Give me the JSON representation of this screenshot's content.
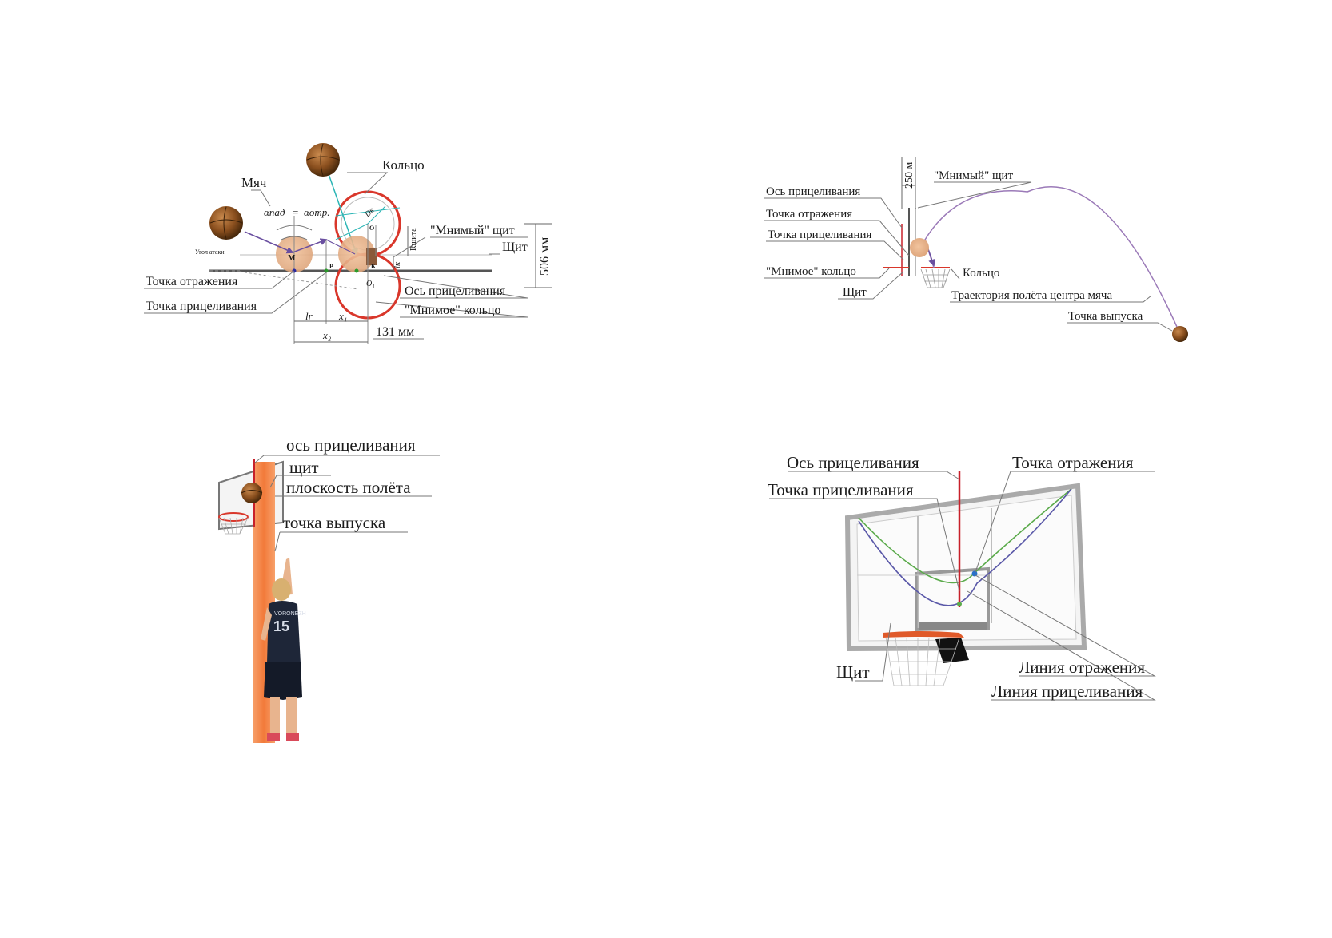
{
  "diagram1": {
    "ball": "Мяч",
    "ring": "Кольцо",
    "virtual_board": "\"Мнимый\" щит",
    "board": "Щит",
    "reflection_point": "Точка отражения",
    "aiming_point": "Точка прицеливания",
    "aiming_axis": "Ось прицеливания",
    "virtual_ring": "\"Мнимое\" кольцо",
    "dim_131": "131 мм",
    "dim_506": "506 мм",
    "angle_label": "Угол атаки",
    "alpha_pad": "αпад",
    "eq_sign": "=",
    "alpha_otr": "αотр.",
    "sym_M": "M",
    "sym_P": "P",
    "sym_K": "K",
    "sym_O": "O",
    "sym_O1": "O₁",
    "sym_R": "Rшита",
    "sym_lk": "lк",
    "sym_lr": "lr",
    "sym_x1": "x₁",
    "sym_x2": "x₂",
    "sym_dk": "Dк"
  },
  "diagram2": {
    "dim_250": "250 м",
    "virtual_board": "\"Мнимый\" щит",
    "aiming_axis": "Ось прицеливания",
    "reflection_point": "Точка отражения",
    "aiming_point": "Точка прицеливания",
    "virtual_ring": "\"Мнимое\" кольцо",
    "ring": "Кольцо",
    "board": "Щит",
    "trajectory": "Траектория полёта центра мяча",
    "release_point": "Точка выпуска"
  },
  "diagram3": {
    "aiming_axis": "ось прицеливания",
    "board": "щит",
    "flight_plane": "плоскость полёта",
    "release_point": "точка выпуска",
    "jersey_name": "VORONEZH",
    "jersey_number": "15"
  },
  "diagram4": {
    "aiming_axis": "Ось прицеливания",
    "reflection_point": "Точка отражения",
    "aiming_point": "Точка прицеливания",
    "board": "Щит",
    "reflection_line": "Линия отражения",
    "aiming_line": "Линия прицеливания"
  },
  "colors": {
    "ball": "#8a4f1e",
    "ring_red": "#d9372b",
    "trajectory": "#9b7ab8",
    "aiming_red": "#c8202a",
    "green_line": "#5aaa4a",
    "purple_line": "#5a58a8",
    "orange_plane": "#f08a4a",
    "cyan": "#2bb5b5"
  }
}
